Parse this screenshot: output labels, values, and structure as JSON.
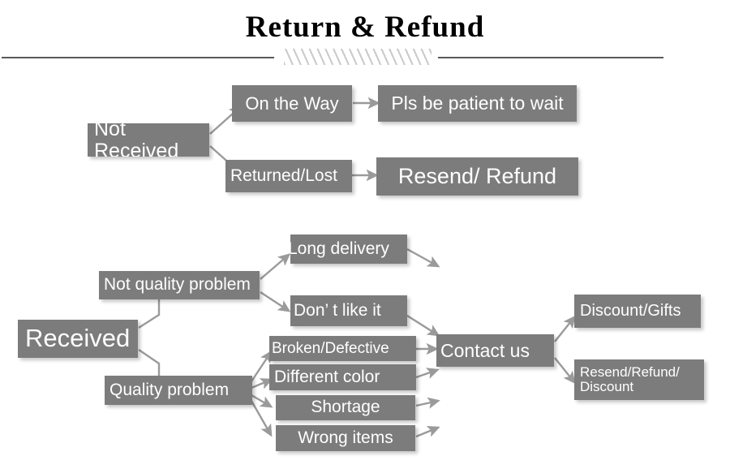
{
  "header": {
    "title": "Return & Refund",
    "divider_style": "hatched"
  },
  "colors": {
    "node_fill": "#7c7c7c",
    "node_text": "#ffffff",
    "arrow": "#9a9a9a",
    "rule": "#5a5a5a",
    "background": "#ffffff"
  },
  "diagram": {
    "type": "flowchart",
    "branches": [
      {
        "root": "Not Received",
        "paths": [
          {
            "state": "On the Way",
            "outcome": "Pls be patient to wait"
          },
          {
            "state": "Returned/Lost",
            "outcome": "Resend/ Refund"
          }
        ]
      },
      {
        "root": "Received",
        "paths": [
          {
            "state": "Not quality problem",
            "reasons": [
              "Long delivery",
              "Don’  t like it"
            ],
            "action": "Contact us",
            "outcomes": [
              "Discount/Gifts",
              "Resend/Refund/\nDiscount"
            ]
          },
          {
            "state": "Quality problem",
            "reasons": [
              "Broken/Defective",
              "Different color",
              "Shortage",
              "Wrong items"
            ],
            "action": "Contact us",
            "outcomes": [
              "Discount/Gifts",
              "Resend/Refund/\nDiscount"
            ]
          }
        ]
      }
    ]
  },
  "nodes": {
    "not_received": "Not Received",
    "on_the_way": "On the Way",
    "pls_be_patient": "Pls be patient to wait",
    "returned_lost": "Returned/Lost",
    "resend_refund": "Resend/ Refund",
    "received": "Received",
    "not_quality_problem": "Not quality problem",
    "quality_problem": "Quality problem",
    "long_delivery": "Long delivery",
    "dont_like_it": "Don’  t like it",
    "broken_defective": "Broken/Defective",
    "different_color": "Different color",
    "shortage": "Shortage",
    "wrong_items": "Wrong items",
    "contact_us": "Contact us",
    "discount_gifts": "Discount/Gifts",
    "resend_refund_discount": "Resend/Refund/\nDiscount"
  }
}
